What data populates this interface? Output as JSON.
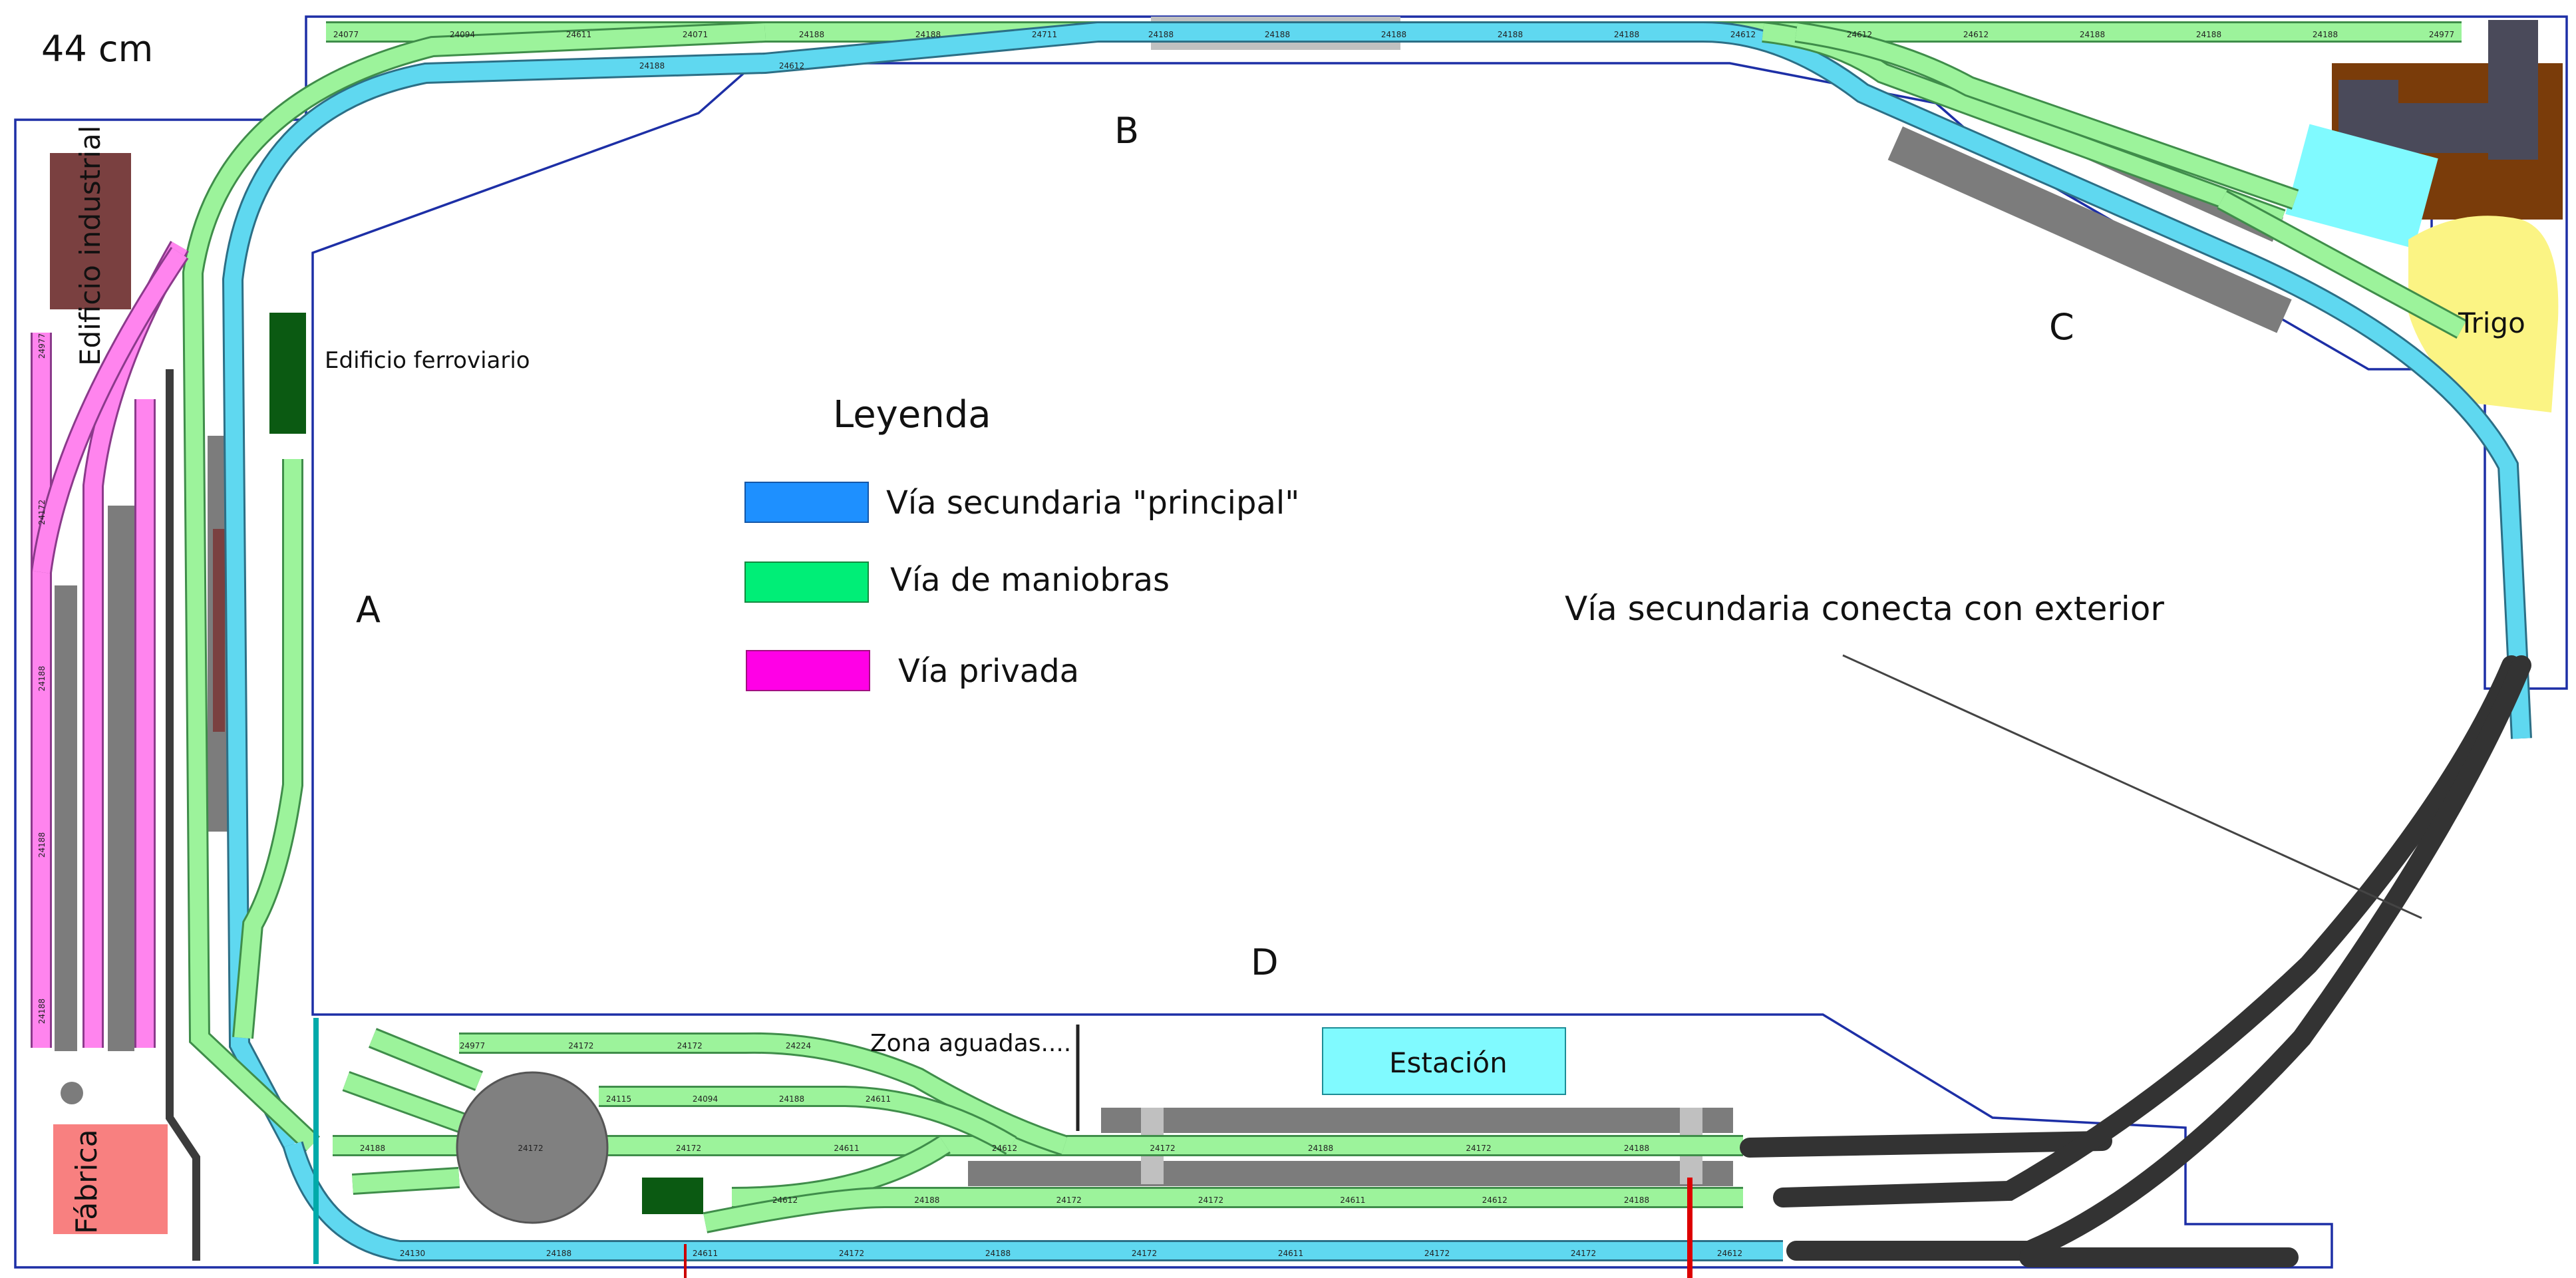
{
  "scale_label": "44 cm",
  "zones": {
    "a": "A",
    "b": "B",
    "c": "C",
    "d": "D"
  },
  "legend": {
    "title": "Leyenda",
    "items": [
      {
        "label": "Vía secundaria \"principal\"",
        "color": "#1e90ff"
      },
      {
        "label": "Vía de maniobras",
        "color": "#00ee77"
      },
      {
        "label": "Vía privada",
        "color": "#ff00e6"
      }
    ]
  },
  "buildings": {
    "industrial": "Edificio industrial",
    "railway": "Edificio ferroviario",
    "factory": "Fábrica",
    "station": "Estación",
    "wheat": "Trigo",
    "water_zone": "Zona aguadas...."
  },
  "annotations": {
    "exterior_connection": "Vía secundaria conecta con exterior"
  },
  "track_codes": {
    "top_row": [
      "24077",
      "24094",
      "24611",
      "24071",
      "24188",
      "24188",
      "24711",
      "24188",
      "24188",
      "24188",
      "24188",
      "24188",
      "24612",
      "24612",
      "24612",
      "24188",
      "24188",
      "24188",
      "24977"
    ],
    "upper_inner": [
      "24188",
      "24612"
    ],
    "bottom_row_1": [
      "24188",
      "24172",
      "24172",
      "24611",
      "24612",
      "24172",
      "24188",
      "24172",
      "24188"
    ],
    "bottom_row_2": [
      "24612",
      "24188",
      "24172",
      "24172",
      "24611",
      "24612",
      "24188"
    ],
    "bottom_row_3": [
      "24130",
      "24188",
      "24611",
      "24172",
      "24188",
      "24172",
      "24611",
      "24172",
      "24172",
      "24612"
    ],
    "turntable_row": [
      "24977",
      "24172",
      "24172",
      "24224"
    ],
    "turntable_row_2": [
      "24115",
      "24094",
      "24188",
      "24611"
    ],
    "left_pink": [
      "24977",
      "24172",
      "24188",
      "24188",
      "24188"
    ]
  },
  "colors": {
    "frame": "#1d2fa6",
    "industrial": "#7a4040",
    "railway_building": "#0b5a12",
    "factory": "#f88080",
    "station": "#80faff",
    "wheat": "#fbf484",
    "farm": "#7a3c0a",
    "platform": "#7c7c7c"
  }
}
